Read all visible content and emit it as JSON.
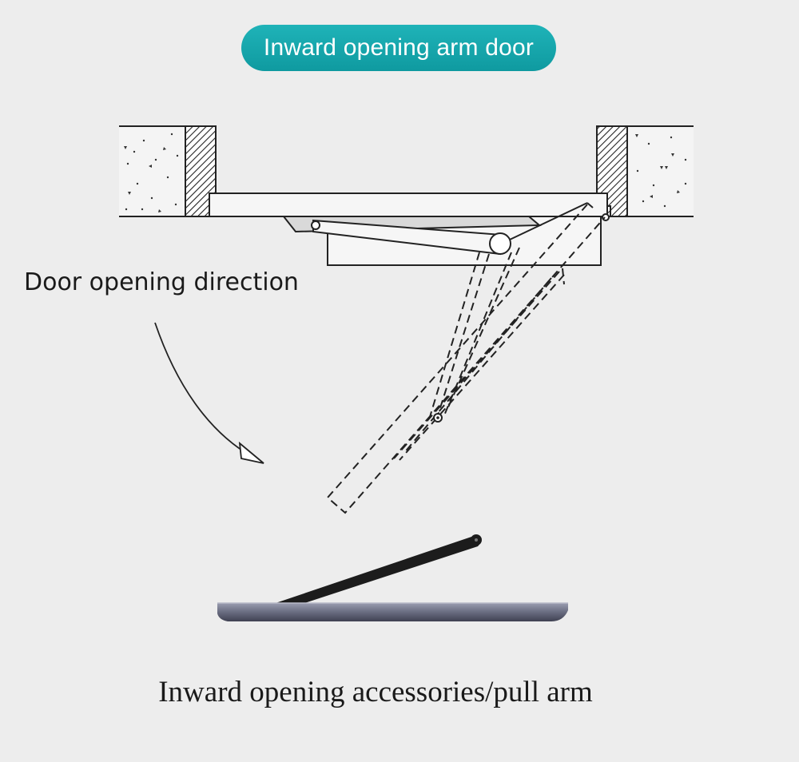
{
  "title": "Inward opening arm door",
  "direction_label": "Door opening direction",
  "caption": "Inward opening accessories/pull arm",
  "colors": {
    "title_pill": "#14a7ad",
    "background": "#ededed",
    "line": "#222222",
    "arm": "#1c1c1c",
    "track": "#6e7184"
  }
}
